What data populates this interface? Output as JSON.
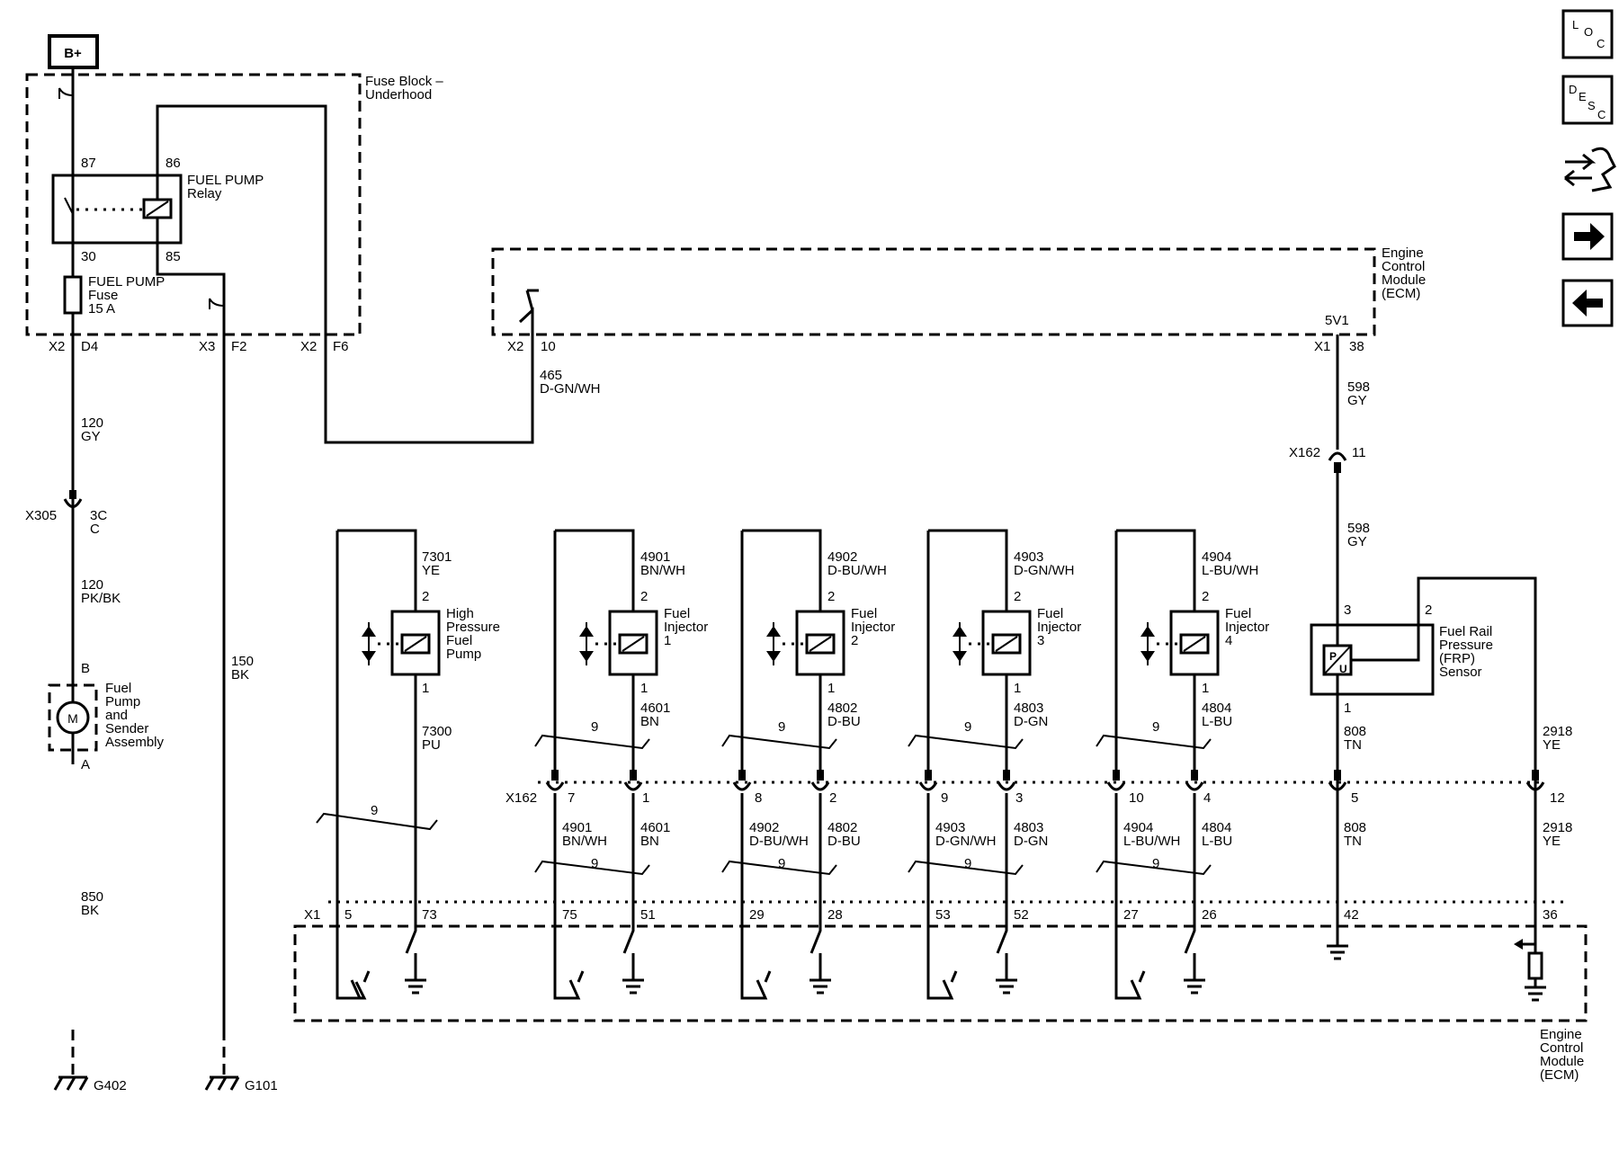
{
  "battery": {
    "label": "B+"
  },
  "fuse_block": {
    "name_line1": "Fuse Block –",
    "name_line2": "Underhood"
  },
  "relay": {
    "name_line1": "FUEL PUMP",
    "name_line2": "Relay",
    "pin_87": "87",
    "pin_86": "86",
    "pin_30": "30",
    "pin_85": "85"
  },
  "fuse": {
    "line1": "FUEL PUMP",
    "line2": "Fuse",
    "line3": "15 A"
  },
  "fuse_block_pins": {
    "x2_a": "X2",
    "d4": "D4",
    "x3": "X3",
    "f2": "F2",
    "x2_b": "X2",
    "f6": "F6"
  },
  "wires": {
    "w120_gy": {
      "num": "120",
      "color": "GY"
    },
    "w120_pkbk": {
      "num": "120",
      "color": "PK/BK"
    },
    "w150": {
      "num": "150",
      "color": "BK"
    },
    "w850": {
      "num": "850",
      "color": "BK"
    },
    "w465": {
      "num": "465",
      "color": "D-GN/WH"
    },
    "w598_a": {
      "num": "598",
      "color": "GY"
    },
    "w598_b": {
      "num": "598",
      "color": "GY"
    },
    "w7301": {
      "num": "7301",
      "color": "YE"
    },
    "w7300": {
      "num": "7300",
      "color": "PU"
    },
    "w808_a": {
      "num": "808",
      "color": "TN"
    },
    "w808_b": {
      "num": "808",
      "color": "TN"
    },
    "w2918_a": {
      "num": "2918",
      "color": "YE"
    },
    "w2918_b": {
      "num": "2918",
      "color": "YE"
    }
  },
  "x305": {
    "name": "X305",
    "pin": "3C",
    "pin2": "C"
  },
  "fuel_pump_assembly": {
    "line1": "Fuel",
    "line2": "Pump",
    "line3": "and",
    "line4": "Sender",
    "line5": "Assembly",
    "pin_b": "B",
    "pin_a": "A",
    "motor": "M"
  },
  "grounds": {
    "g402": "G402",
    "g101": "G101"
  },
  "ecm_top": {
    "line1": "Engine",
    "line2": "Control",
    "line3": "Module",
    "line4": "(ECM)",
    "x2": "X2",
    "pin10": "10",
    "v5": "5V1",
    "x1": "X1",
    "pin38": "38"
  },
  "x162_upper": {
    "name": "X162",
    "pin": "11"
  },
  "hp_pump": {
    "line1": "High",
    "line2": "Pressure",
    "line3": "Fuel",
    "line4": "Pump",
    "pin2": "2",
    "pin1": "1"
  },
  "injectors": [
    {
      "line1": "Fuel",
      "line2": "Injector",
      "num": "1",
      "top_num": "4901",
      "top_color": "BN/WH",
      "bot_num": "4601",
      "bot_color": "BN",
      "twist": "9",
      "x162_left": "7",
      "x162_right": "1",
      "low_left_num": "4901",
      "low_left_color": "BN/WH",
      "low_right_num": "4601",
      "low_right_color": "BN",
      "low_twist": "9",
      "x1_left": "75",
      "x1_right": "51",
      "pin2": "2",
      "pin1": "1"
    },
    {
      "line1": "Fuel",
      "line2": "Injector",
      "num": "2",
      "top_num": "4902",
      "top_color": "D-BU/WH",
      "bot_num": "4802",
      "bot_color": "D-BU",
      "twist": "9",
      "x162_left": "8",
      "x162_right": "2",
      "low_left_num": "4902",
      "low_left_color": "D-BU/WH",
      "low_right_num": "4802",
      "low_right_color": "D-BU",
      "low_twist": "9",
      "x1_left": "29",
      "x1_right": "28",
      "pin2": "2",
      "pin1": "1"
    },
    {
      "line1": "Fuel",
      "line2": "Injector",
      "num": "3",
      "top_num": "4903",
      "top_color": "D-GN/WH",
      "bot_num": "4803",
      "bot_color": "D-GN",
      "twist": "9",
      "x162_left": "9",
      "x162_right": "3",
      "low_left_num": "4903",
      "low_left_color": "D-GN/WH",
      "low_right_num": "4803",
      "low_right_color": "D-GN",
      "low_twist": "9",
      "x1_left": "53",
      "x1_right": "52",
      "pin2": "2",
      "pin1": "1"
    },
    {
      "line1": "Fuel",
      "line2": "Injector",
      "num": "4",
      "top_num": "4904",
      "top_color": "L-BU/WH",
      "bot_num": "4804",
      "bot_color": "L-BU",
      "twist": "9",
      "x162_left": "10",
      "x162_right": "4",
      "low_left_num": "4904",
      "low_left_color": "L-BU/WH",
      "low_right_num": "4804",
      "low_right_color": "L-BU",
      "low_twist": "9",
      "x1_left": "27",
      "x1_right": "26",
      "pin2": "2",
      "pin1": "1"
    }
  ],
  "hp_twist": "9",
  "x162_lower": {
    "name": "X162",
    "pin5": "5",
    "pin12": "12"
  },
  "frp_sensor": {
    "line1": "Fuel Rail",
    "line2": "Pressure",
    "line3": "(FRP)",
    "line4": "Sensor",
    "pin3": "3",
    "pin2": "2",
    "pin1": "1",
    "sym_p": "P",
    "sym_u": "U"
  },
  "ecm_bottom": {
    "x1": "X1",
    "pin5": "5",
    "pin73": "73",
    "pin42": "42",
    "pin36": "36",
    "line1": "Engine",
    "line2": "Control",
    "line3": "Module",
    "line4": "(ECM)"
  },
  "side_nav": {
    "loc": [
      "L",
      "O",
      "C"
    ],
    "desc": [
      "D",
      "E",
      "S",
      "C"
    ]
  }
}
